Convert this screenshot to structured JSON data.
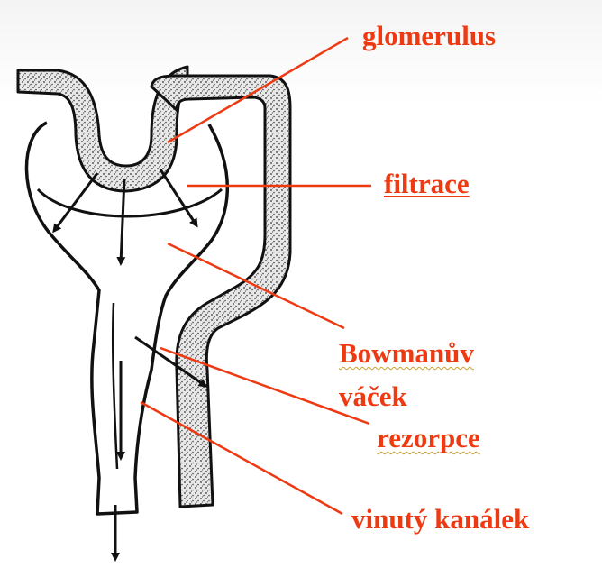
{
  "labels": {
    "glomerulus": "glomerulus",
    "filtrace": "filtrace",
    "bowman_line1": "Bowmanův",
    "bowman_line2": "váček",
    "rezorpce": "rezorpce",
    "kanalek": "vinutý kanálek"
  },
  "colors": {
    "label": "#ee3a12",
    "pointer": "#ee3a12",
    "ink": "#111111",
    "capillary_fill": "#cfcfcf"
  }
}
